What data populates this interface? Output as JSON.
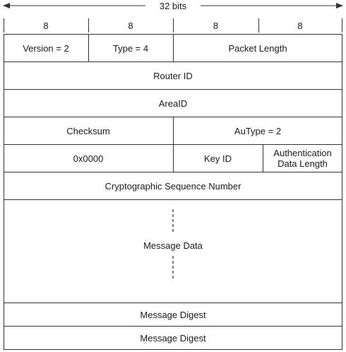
{
  "width_label": "32 bits",
  "field_widths": [
    "8",
    "8",
    "8",
    "8"
  ],
  "rows": {
    "version": "Version = 2",
    "type": "Type = 4",
    "packet_length": "Packet Length",
    "router_id": "Router ID",
    "area_id": "AreaID",
    "checksum": "Checksum",
    "autype": "AuType = 2",
    "zero": "0x0000",
    "key_id": "Key ID",
    "auth_len_line1": "Authentication",
    "auth_len_line2": "Data Length",
    "crypto_seq": "Cryptographic Sequence Number",
    "message_data": "Message Data",
    "digest_1": "Message Digest",
    "digest_2": "Message Digest"
  }
}
